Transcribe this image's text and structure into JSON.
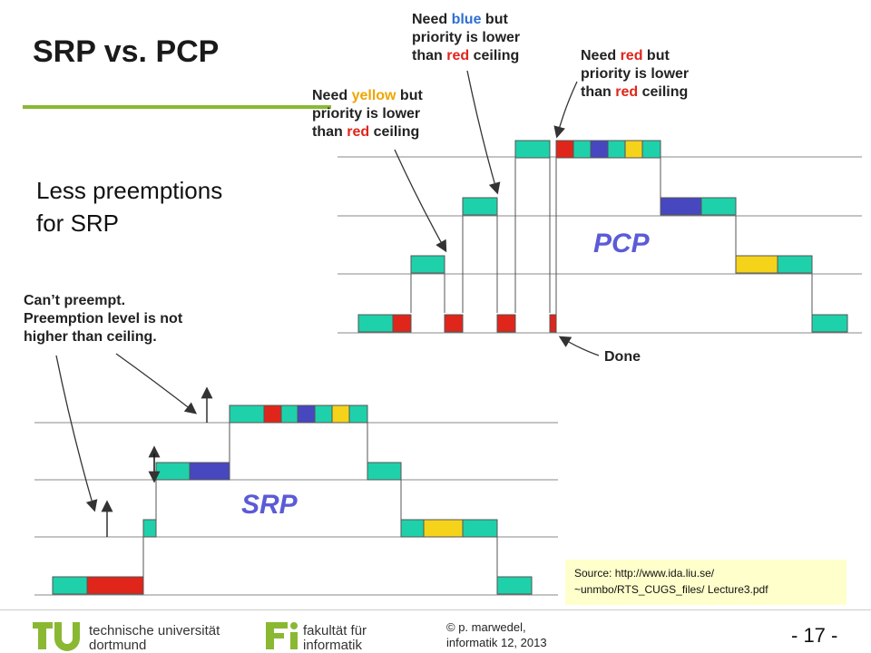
{
  "slide": {
    "title": "SRP vs. PCP",
    "subtitle": "Less preemptions\nfor SRP"
  },
  "pcp": {
    "label": "PCP",
    "note_yellow": {
      "pre": "Need ",
      "color_word": "yellow",
      "mid": " but\npriority is lower\nthan ",
      "ceil_word": "red",
      "post": " ceiling"
    },
    "note_blue": {
      "pre": "Need ",
      "color_word": "blue",
      "mid": " but\npriority is lower\nthan ",
      "ceil_word": "red",
      "post": " ceiling"
    },
    "note_red": {
      "pre": "Need ",
      "color_word": "red",
      "mid": " but\npriority is lower\nthan ",
      "ceil_word": "red",
      "post": " ceiling"
    },
    "done": "Done"
  },
  "srp": {
    "label": "SRP",
    "note": "Can’t preempt.\nPreemption level is not\nhigher than ceiling."
  },
  "source": "Source: http://www.ida.liu.se/\n~unmbo/RTS_CUGS_files/ Lecture3.pdf",
  "footer": {
    "university": "technische universität\ndortmund",
    "faculty": "fakultät für\ninformatik",
    "author": "© p. marwedel,\ninformatik 12,  2013",
    "page": "- 17 -"
  },
  "colors": {
    "task": "#1fd1aa",
    "red": "#e0251b",
    "blue": "#4747bf",
    "yellow": "#f5d31a",
    "accent_green": "#8ab833",
    "label_purple": "#5b5bd6",
    "note_yellow": "#f0a500",
    "note_blue": "#2e6fd1",
    "note_red": "#e0251b"
  }
}
